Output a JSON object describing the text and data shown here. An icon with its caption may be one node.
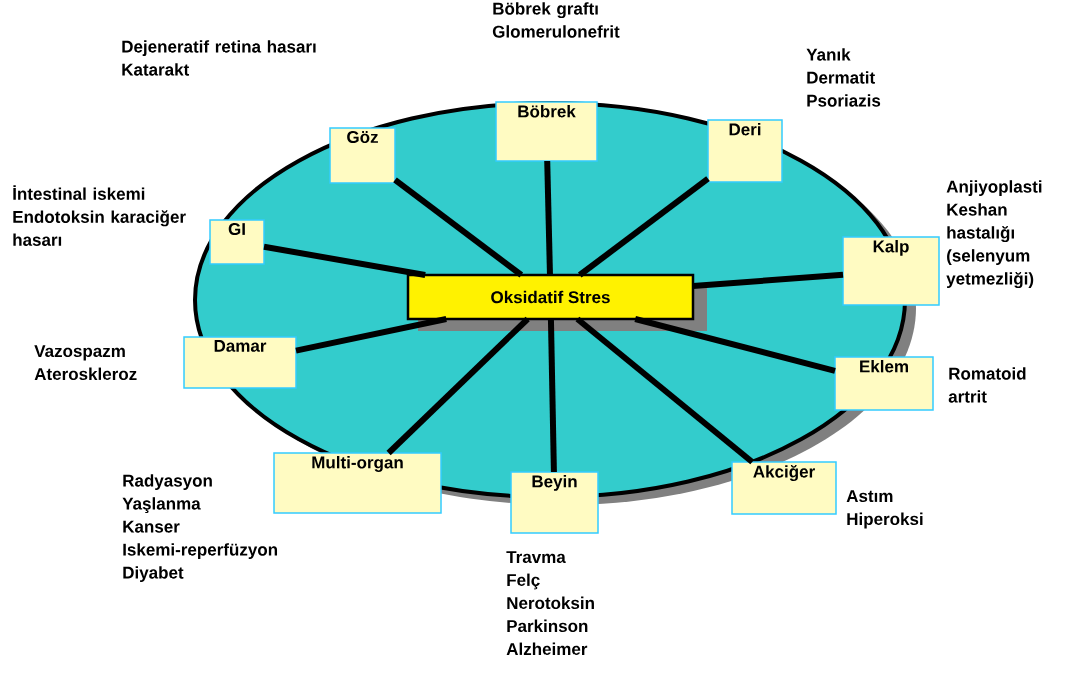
{
  "diagram": {
    "nodes": [
      {
        "text": [
          "Oksidatif Stres"
        ]
      },
      {
        "text": [
          "Göz"
        ],
        "beside": [
          "Dejeneratif retina hasarı",
          "Katarakt"
        ]
      },
      {
        "text": [
          "Böbrek"
        ],
        "beside": [
          "Böbrek graftı",
          "Glomerulonefrit"
        ]
      },
      {
        "text": [
          "Deri"
        ],
        "beside": [
          "Yanık",
          "Dermatit",
          "Psoriazis"
        ]
      },
      {
        "text": [
          "GI"
        ],
        "beside": [
          "İntestinal iskemi",
          "Endotoksin karaciğer hasarı"
        ]
      },
      {
        "text": [
          "Kalp"
        ],
        "beside": [
          "Anjiyoplasti",
          "Keshan hastalığı (selenyum yetmezliği)"
        ]
      },
      {
        "text": [
          "Damar"
        ],
        "beside": [
          "Vazospazm",
          "Ateroskleroz"
        ]
      },
      {
        "text": [
          "Eklem"
        ],
        "beside": [
          "Romatoid artrit"
        ]
      },
      {
        "text": [
          "Multi-organ"
        ],
        "beside": [
          "Radyasyon",
          "Yaşlanma",
          "Kanser",
          "Iskemi-reperfüzyon",
          "Diyabet"
        ]
      },
      {
        "text": [
          "Beyin"
        ],
        "beside": [
          "Travma",
          "Felç",
          "Nerotoksin",
          "Parkinson",
          "Alzheimer"
        ]
      },
      {
        "text": [
          "Akciğer"
        ],
        "beside": [
          "Astım",
          "Hiperoksi"
        ]
      }
    ],
    "edges": [
      {
        "from": 0,
        "to": 1,
        "arrow": "none"
      },
      {
        "from": 0,
        "to": 2,
        "arrow": "none"
      },
      {
        "from": 0,
        "to": 3,
        "arrow": "none"
      },
      {
        "from": 0,
        "to": 4,
        "arrow": "none"
      },
      {
        "from": 0,
        "to": 5,
        "arrow": "none"
      },
      {
        "from": 0,
        "to": 6,
        "arrow": "none"
      },
      {
        "from": 0,
        "to": 7,
        "arrow": "none"
      },
      {
        "from": 0,
        "to": 8,
        "arrow": "none"
      },
      {
        "from": 0,
        "to": 9,
        "arrow": "none"
      },
      {
        "from": 0,
        "to": 10,
        "arrow": "none"
      }
    ]
  }
}
